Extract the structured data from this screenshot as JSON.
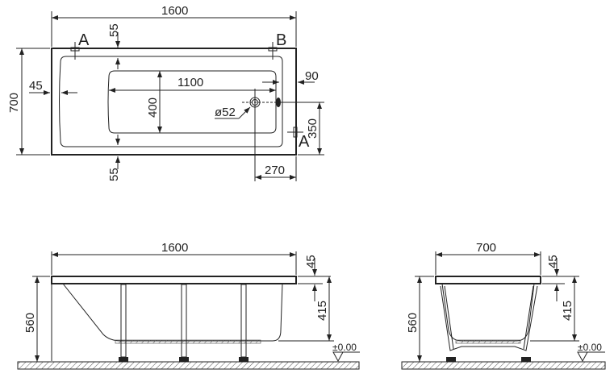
{
  "top_view": {
    "length": "1600",
    "width": "700",
    "rim_side": "45",
    "rim_top": "55",
    "rim_bottom": "55",
    "bottom_length": "1100",
    "bottom_width": "400",
    "drain_diameter": "ø52",
    "overflow_offset": "90",
    "drain_from_side": "350",
    "drain_from_end": "270",
    "section_a1": "A",
    "section_a2": "A",
    "section_b": "B"
  },
  "side_view": {
    "length": "1600",
    "rim_height": "45",
    "depth": "415",
    "total_height": "560",
    "floor_level": "±0.00"
  },
  "end_view": {
    "width": "700",
    "rim_height": "45",
    "depth": "415",
    "total_height": "560",
    "floor_level": "±0.00"
  }
}
